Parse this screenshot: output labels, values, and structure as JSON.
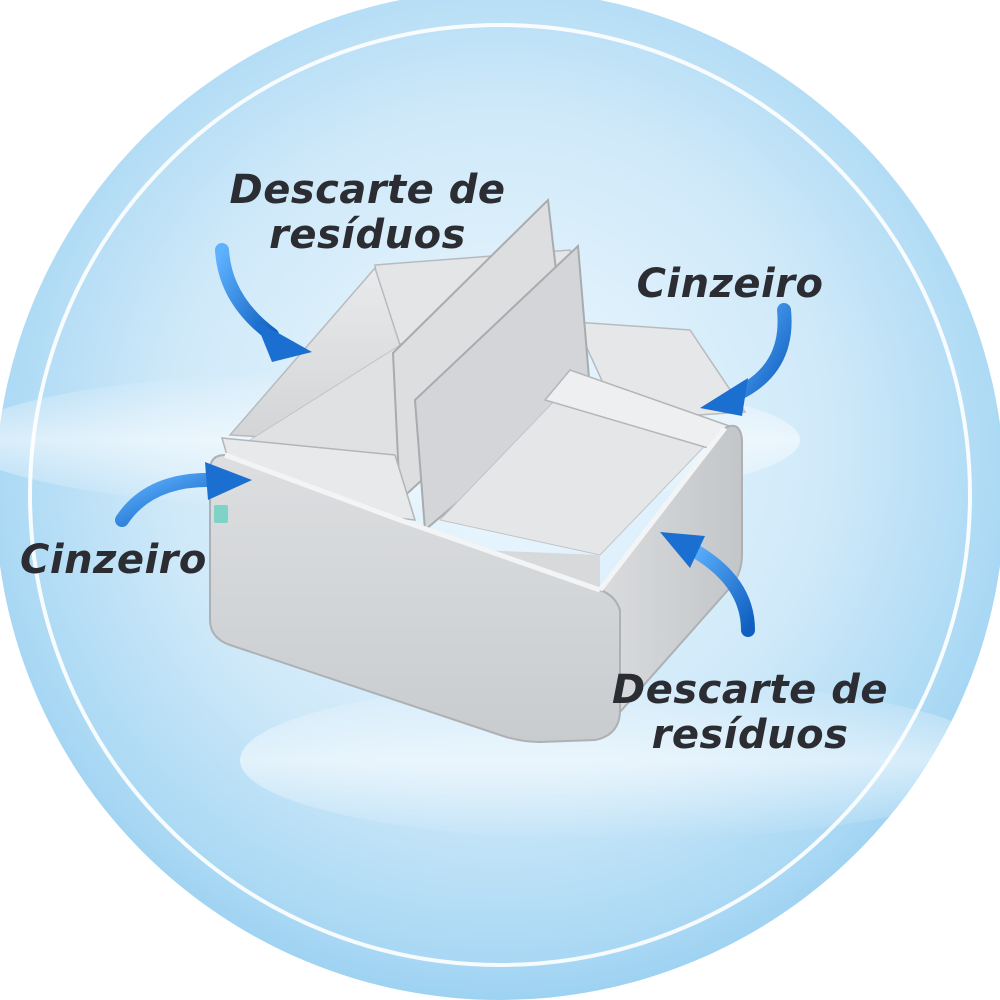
{
  "labels": {
    "top_left": {
      "line1": "Descarte de",
      "line2": "resíduos"
    },
    "top_right": {
      "line1": "Cinzeiro"
    },
    "left": {
      "line1": "Cinzeiro"
    },
    "bottom_right": {
      "line1": "Descarte de",
      "line2": "resíduos"
    }
  },
  "colors": {
    "sky_light": "#eaf6fd",
    "sky_mid": "#bfe2f7",
    "sky_deep": "#8ccaef",
    "ring": "#ffffff",
    "product_gray": "#d6d8da",
    "product_shadow": "#b9bcbf",
    "arrow_blue": "#1f7fd8",
    "text": "#2b2d33"
  },
  "icons": [
    "curved-arrow-icon"
  ]
}
